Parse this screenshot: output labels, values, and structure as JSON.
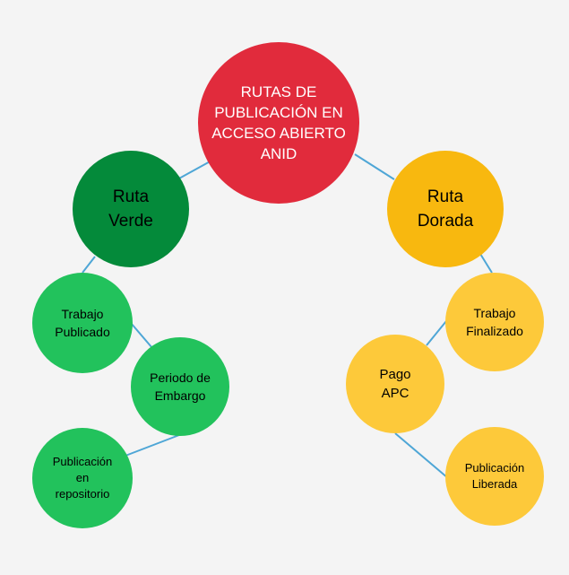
{
  "diagram": {
    "root": {
      "label": "RUTAS DE\nPUBLICACIÓN EN\nACCESO ABIERTO\nANID",
      "color": "#e12b3c"
    },
    "routes": {
      "green": {
        "label": "Ruta\nVerde",
        "color": "#048a3a",
        "steps": [
          {
            "label": "Trabajo\nPublicado",
            "color": "#22c25c"
          },
          {
            "label": "Periodo de\nEmbargo",
            "color": "#22c25c"
          },
          {
            "label": "Publicación\nen\nrepositorio",
            "color": "#22c25c"
          }
        ]
      },
      "gold": {
        "label": "Ruta\nDorada",
        "color": "#f8b80f",
        "steps": [
          {
            "label": "Trabajo\nFinalizado",
            "color": "#fdc93a"
          },
          {
            "label": "Pago\nAPC",
            "color": "#fdc93a"
          },
          {
            "label": "Publicación\nLiberada",
            "color": "#fdc93a"
          }
        ]
      }
    },
    "connector_color": "#4ea6d6",
    "background_color": "#f4f4f4"
  }
}
